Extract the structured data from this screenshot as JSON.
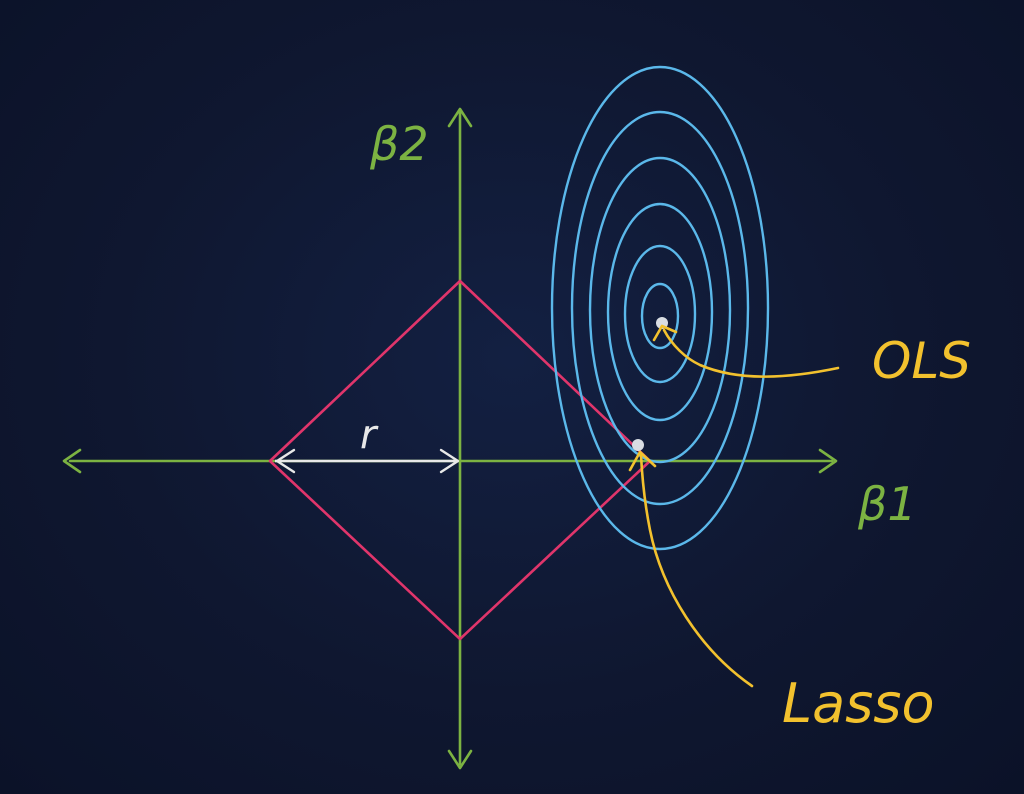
{
  "labels": {
    "beta2": "β2",
    "beta1": "β1",
    "radius": "r",
    "ols": "OLS",
    "lasso": "Lasso"
  },
  "colors": {
    "background": "#0f1730",
    "axes": "#7cb342",
    "constraint": "#e0356b",
    "contours": "#5bb8ea",
    "callouts": "#f2c12e",
    "points": "#d9dde3",
    "radius_marker": "#e8e8e8"
  },
  "contours": {
    "count": 6
  }
}
